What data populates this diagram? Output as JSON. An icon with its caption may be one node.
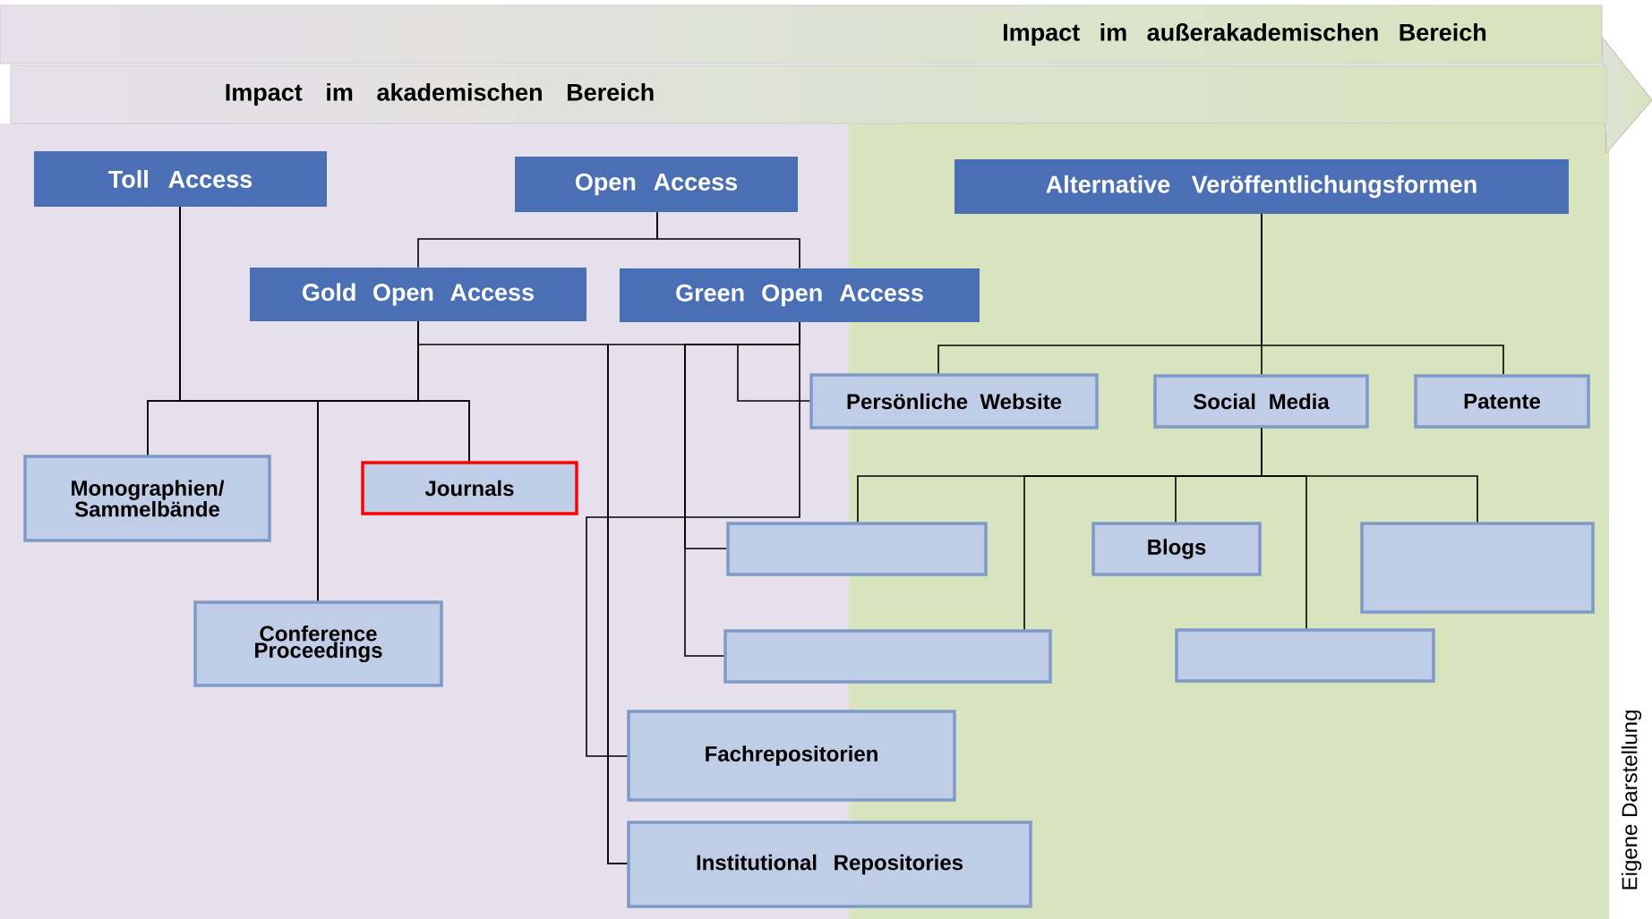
{
  "diagram": {
    "nodes": [
      {
        "text": [
          "Impact im außerakademischen Bereich"
        ]
      },
      {
        "text": [
          "Impact im akademischen Bereich"
        ]
      },
      {
        "text": [
          "Toll  Access"
        ]
      },
      {
        "text": [
          "Open  Access"
        ]
      },
      {
        "text": [
          "Alternative Veröffentlichungsformen"
        ]
      },
      {
        "text": [
          "Gold Open Access"
        ]
      },
      {
        "text": [
          "Green Open Access"
        ]
      },
      {
        "text": [
          "Persönliche Website"
        ]
      },
      {
        "text": [
          "Social Media"
        ]
      },
      {
        "text": [
          "Patente"
        ]
      },
      {
        "text": [
          "Monographien/ Sammelbände"
        ]
      },
      {
        "text": [
          "Journals"
        ]
      },
      {
        "text": [
          "Conference Proceedings"
        ]
      },
      {
        "text": [],
        "shape": "box"
      },
      {
        "text": [
          "Blogs"
        ]
      },
      {
        "text": [],
        "shape": "box"
      },
      {
        "text": [],
        "shape": "box"
      },
      {
        "text": [],
        "shape": "box"
      },
      {
        "text": [
          "Fachrepositorien"
        ]
      },
      {
        "text": [
          "Institutional Repositories"
        ]
      }
    ],
    "edges": [
      {
        "from": 3,
        "to": 5,
        "arrow": "none"
      },
      {
        "from": 3,
        "to": 6,
        "arrow": "none"
      },
      {
        "from": 2,
        "to": 10,
        "arrow": "none"
      },
      {
        "from": 2,
        "to": 11,
        "arrow": "none"
      },
      {
        "from": 2,
        "to": 12,
        "arrow": "none"
      },
      {
        "from": 5,
        "to": 10,
        "arrow": "none"
      },
      {
        "from": 5,
        "to": 11,
        "arrow": "none"
      },
      {
        "from": 5,
        "to": 12,
        "arrow": "none"
      },
      {
        "from": 6,
        "to": 7,
        "arrow": "none"
      },
      {
        "from": 6,
        "to": 13,
        "arrow": "none"
      },
      {
        "from": 6,
        "to": 16,
        "arrow": "none"
      },
      {
        "from": 6,
        "to": 18,
        "arrow": "none"
      },
      {
        "from": 5,
        "to": 19,
        "arrow": "none"
      },
      {
        "from": 6,
        "to": 19,
        "arrow": "none"
      },
      {
        "from": 4,
        "to": 7,
        "arrow": "none"
      },
      {
        "from": 4,
        "to": 8,
        "arrow": "none"
      },
      {
        "from": 4,
        "to": 9,
        "arrow": "none"
      },
      {
        "from": 8,
        "to": 13,
        "arrow": "none"
      },
      {
        "from": 8,
        "to": 16,
        "arrow": "none"
      },
      {
        "from": 8,
        "to": 14,
        "arrow": "none"
      },
      {
        "from": 8,
        "to": 17,
        "arrow": "none"
      },
      {
        "from": 8,
        "to": 15,
        "arrow": "none"
      }
    ],
    "labels": [
      "Eigene Darstellung"
    ]
  }
}
